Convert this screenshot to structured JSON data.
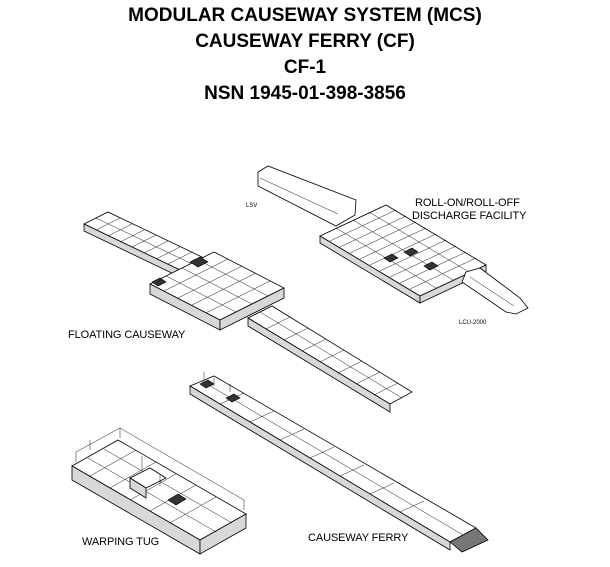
{
  "header": {
    "line1": "MODULAR CAUSEWAY SYSTEM (MCS)",
    "line2": "CAUSEWAY FERRY (CF)",
    "line3": "CF-1",
    "line4": "NSN 1945-01-398-3856"
  },
  "labels": {
    "rrdf": "ROLL-ON/ROLL-OFF",
    "rrdf2": "DISCHARGE FACILITY",
    "lsv": "LSV",
    "lcu": "LCU-2000",
    "floating": "FLOATING CAUSEWAY",
    "tug": "WARPING TUG",
    "ferry": "CAUSEWAY FERRY"
  }
}
